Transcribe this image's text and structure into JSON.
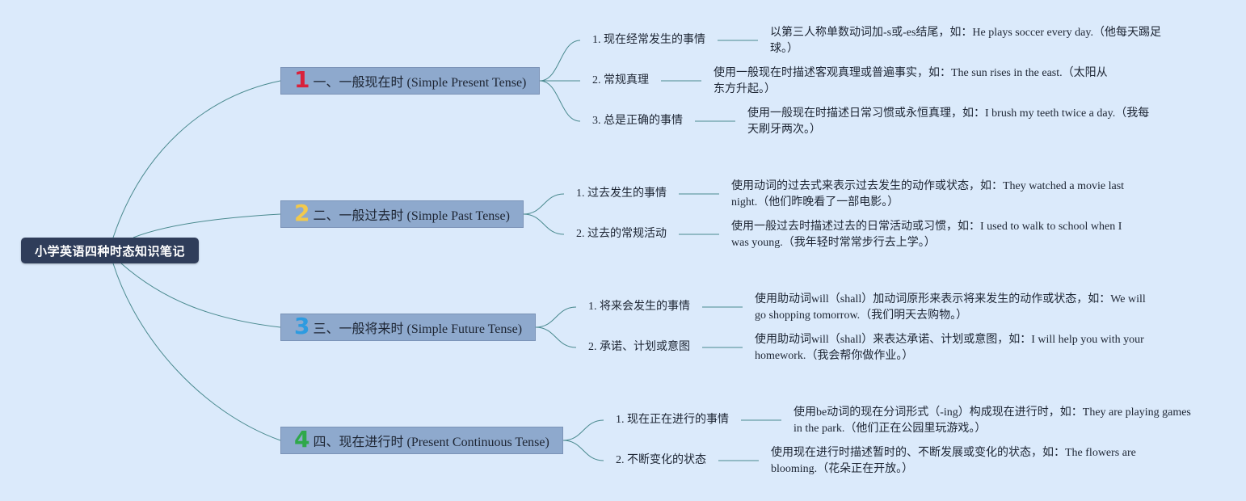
{
  "root": {
    "label": "小学英语四种时态知识笔记"
  },
  "colors": {
    "background": "#dbeafb",
    "root": "#2f3d5a",
    "branch": "#8ea9cd",
    "line": "#4a8a8f"
  },
  "branches": [
    {
      "number": "1",
      "number_color": "#d9213b",
      "label": "一、一般现在时 (Simple Present Tense)",
      "items": [
        {
          "label": "1. 现在经常发生的事情",
          "desc": "以第三人称单数动词加-s或-es结尾，如：He plays soccer every day.（他每天踢足球。）"
        },
        {
          "label": "2. 常规真理",
          "desc": "使用一般现在时描述客观真理或普遍事实，如：The sun rises in the east.（太阳从东方升起。）"
        },
        {
          "label": "3. 总是正确的事情",
          "desc": "使用一般现在时描述日常习惯或永恒真理，如：I brush my teeth twice a day.（我每天刷牙两次。）"
        }
      ]
    },
    {
      "number": "2",
      "number_color": "#f2c94c",
      "label": "二、一般过去时 (Simple Past Tense)",
      "items": [
        {
          "label": "1. 过去发生的事情",
          "desc": "使用动词的过去式来表示过去发生的动作或状态，如：They watched a movie last night.（他们昨晚看了一部电影。）"
        },
        {
          "label": "2. 过去的常规活动",
          "desc": "使用一般过去时描述过去的日常活动或习惯，如：I used to walk to school when I was young.（我年轻时常常步行去上学。）"
        }
      ]
    },
    {
      "number": "3",
      "number_color": "#2d9be0",
      "label": "三、一般将来时 (Simple Future Tense)",
      "items": [
        {
          "label": "1. 将来会发生的事情",
          "desc": "使用助动词will（shall）加动词原形来表示将来发生的动作或状态，如：We will go shopping tomorrow.（我们明天去购物。）"
        },
        {
          "label": "2. 承诺、计划或意图",
          "desc": "使用助动词will（shall）来表达承诺、计划或意图，如：I will help you with your homework.（我会帮你做作业。）"
        }
      ]
    },
    {
      "number": "4",
      "number_color": "#2fa84a",
      "label": "四、现在进行时 (Present Continuous Tense)",
      "items": [
        {
          "label": "1. 现在正在进行的事情",
          "desc": "使用be动词的现在分词形式（-ing）构成现在进行时，如：They are playing games in the park.（他们正在公园里玩游戏。）"
        },
        {
          "label": "2. 不断变化的状态",
          "desc": "使用现在进行时描述暂时的、不断发展或变化的状态，如：The flowers are blooming.（花朵正在开放。）"
        }
      ]
    }
  ]
}
